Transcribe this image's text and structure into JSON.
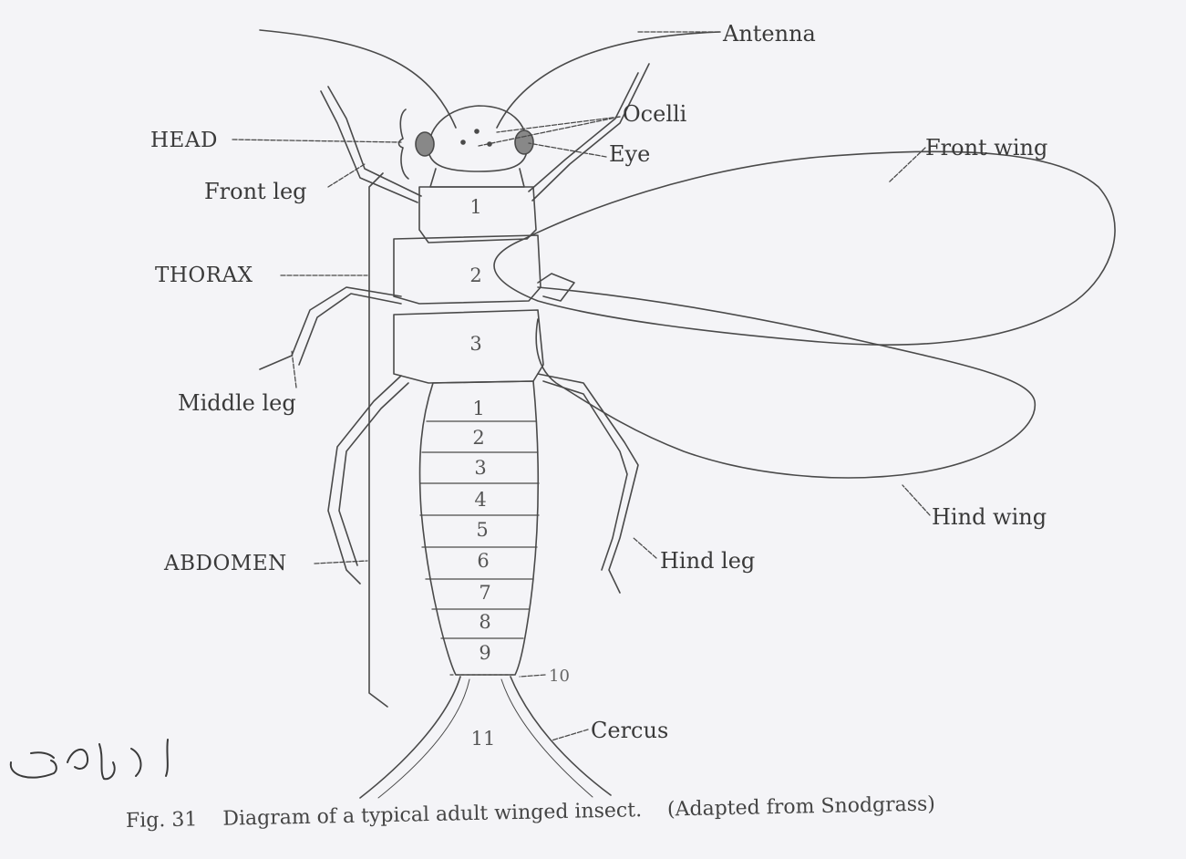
{
  "labels": {
    "antenna": "Antenna",
    "ocelli": "Ocelli",
    "eye": "Eye",
    "front_wing": "Front wing",
    "head": "HEAD",
    "front_leg": "Front leg",
    "thorax": "THORAX",
    "middle_leg": "Middle leg",
    "abdomen": "ABDOMEN",
    "hind_leg": "Hind leg",
    "hind_wing": "Hind wing",
    "cercus": "Cercus",
    "segment_10": "10"
  },
  "thorax_segments": [
    "1",
    "2",
    "3"
  ],
  "abdomen_segments": [
    "1",
    "2",
    "3",
    "4",
    "5",
    "6",
    "7",
    "8",
    "9"
  ],
  "terminal_segment": "11",
  "caption": {
    "figure": "Fig. 31",
    "text": "Diagram of a typical adult winged insect.",
    "source": "(Adapted from Snodgrass)"
  },
  "colors": {
    "paper": "#f4f4f7",
    "ink": "#4a4a4a"
  }
}
